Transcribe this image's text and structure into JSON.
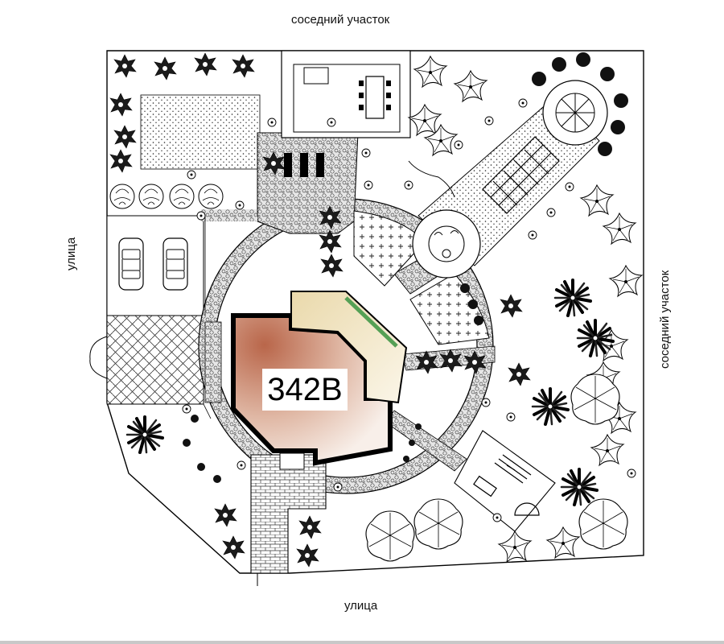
{
  "labels": {
    "top": "соседний участок",
    "right": "соседний участок",
    "left": "улица",
    "bottom": "улица"
  },
  "house": {
    "code": "342В"
  },
  "colors": {
    "house_main": "#c77a5e",
    "house_wing": "#f1e4bf",
    "outline": "#000000",
    "paving": "#bdbdbd",
    "grass_dots": "#1a1a1a"
  },
  "icons": [
    "tree-icon",
    "shrub-icon",
    "palm-icon",
    "car-icon",
    "dining-table-icon",
    "fountain-icon",
    "playground-icon",
    "pergola-icon",
    "bench-icon"
  ]
}
